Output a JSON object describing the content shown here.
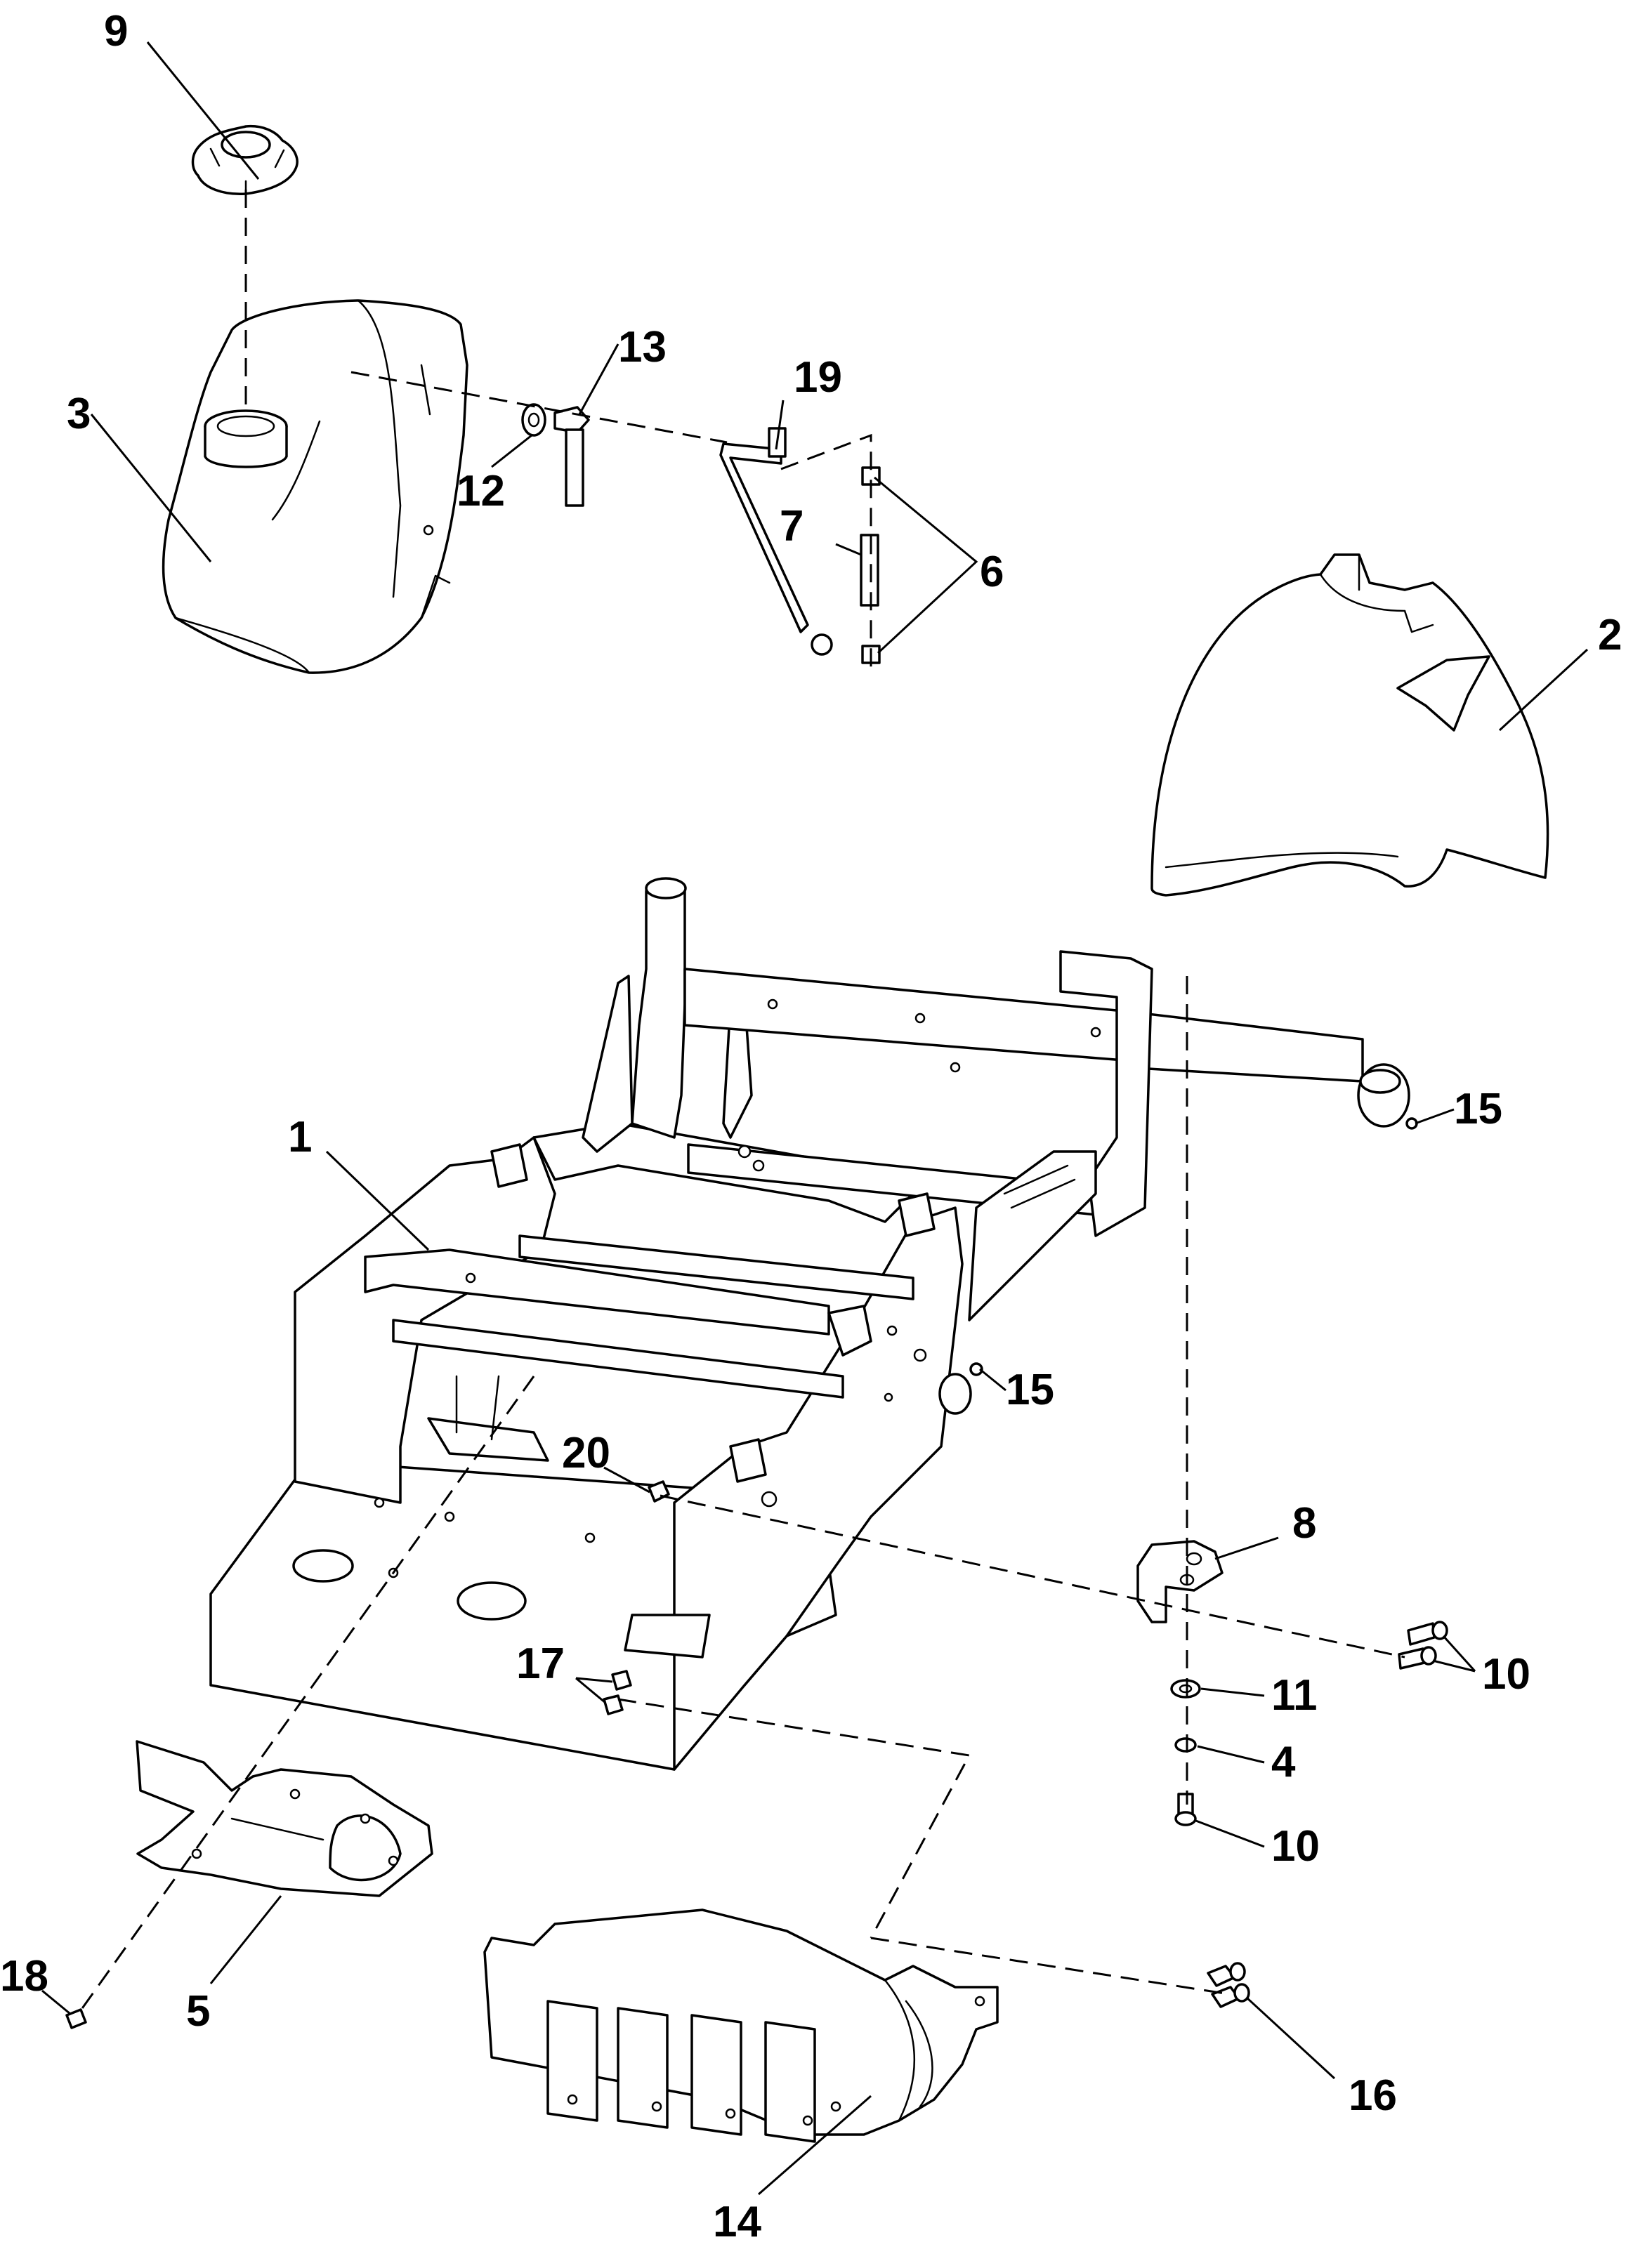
{
  "callouts": [
    {
      "id": "c1",
      "label": "1"
    },
    {
      "id": "c2",
      "label": "2"
    },
    {
      "id": "c3",
      "label": "3"
    },
    {
      "id": "c4",
      "label": "4"
    },
    {
      "id": "c5",
      "label": "5"
    },
    {
      "id": "c6",
      "label": "6"
    },
    {
      "id": "c7",
      "label": "7"
    },
    {
      "id": "c8",
      "label": "8"
    },
    {
      "id": "c9",
      "label": "9"
    },
    {
      "id": "c10a",
      "label": "10"
    },
    {
      "id": "c10b",
      "label": "10"
    },
    {
      "id": "c11",
      "label": "11"
    },
    {
      "id": "c12",
      "label": "12"
    },
    {
      "id": "c13",
      "label": "13"
    },
    {
      "id": "c14",
      "label": "14"
    },
    {
      "id": "c15a",
      "label": "15"
    },
    {
      "id": "c15b",
      "label": "15"
    },
    {
      "id": "c16",
      "label": "16"
    },
    {
      "id": "c17",
      "label": "17"
    },
    {
      "id": "c18",
      "label": "18"
    },
    {
      "id": "c19",
      "label": "19"
    },
    {
      "id": "c20",
      "label": "20"
    }
  ]
}
